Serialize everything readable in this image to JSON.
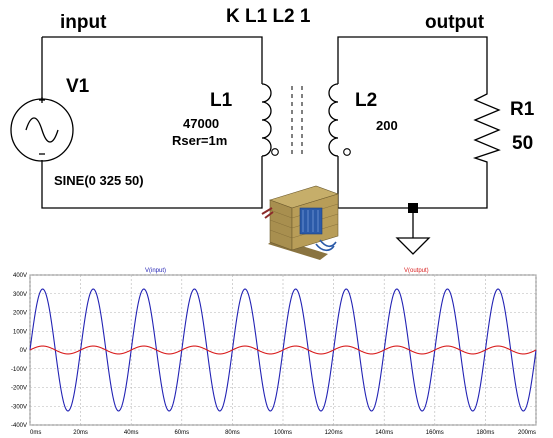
{
  "schematic": {
    "label_input": "input",
    "label_output": "output",
    "coupling": "K L1 L2 1",
    "v1_name": "V1",
    "v1_value": "SINE(0 325 50)",
    "l1_name": "L1",
    "l1_value": "47000",
    "l1_rser": "Rser=1m",
    "l2_name": "L2",
    "l2_value": "200",
    "r1_name": "R1",
    "r1_value": "50",
    "colors": {
      "wire": "#000000",
      "transformer_core": "#a08a4a",
      "transformer_winding": "#2b5aa8"
    }
  },
  "chart_data": {
    "type": "line",
    "series": [
      {
        "name": "V(input)",
        "color": "#2323b4",
        "amplitude": 325,
        "frequency_hz": 50
      },
      {
        "name": "V(output)",
        "color": "#d81e1e",
        "amplitude": 21,
        "frequency_hz": 50
      }
    ],
    "x_unit": "ms",
    "xlim": [
      0,
      200
    ],
    "ylim": [
      -400,
      400
    ],
    "x_ticks": [
      "0ms",
      "20ms",
      "40ms",
      "60ms",
      "80ms",
      "100ms",
      "120ms",
      "140ms",
      "160ms",
      "180ms",
      "200ms"
    ],
    "x_tick_values": [
      0,
      20,
      40,
      60,
      80,
      100,
      120,
      140,
      160,
      180,
      200
    ],
    "y_ticks": [
      "400V",
      "300V",
      "200V",
      "100V",
      "0V",
      "-100V",
      "-200V",
      "-300V",
      "-400V"
    ],
    "y_tick_values": [
      400,
      300,
      200,
      100,
      0,
      -100,
      -200,
      -300,
      -400
    ],
    "grid": true,
    "legend": "top"
  }
}
